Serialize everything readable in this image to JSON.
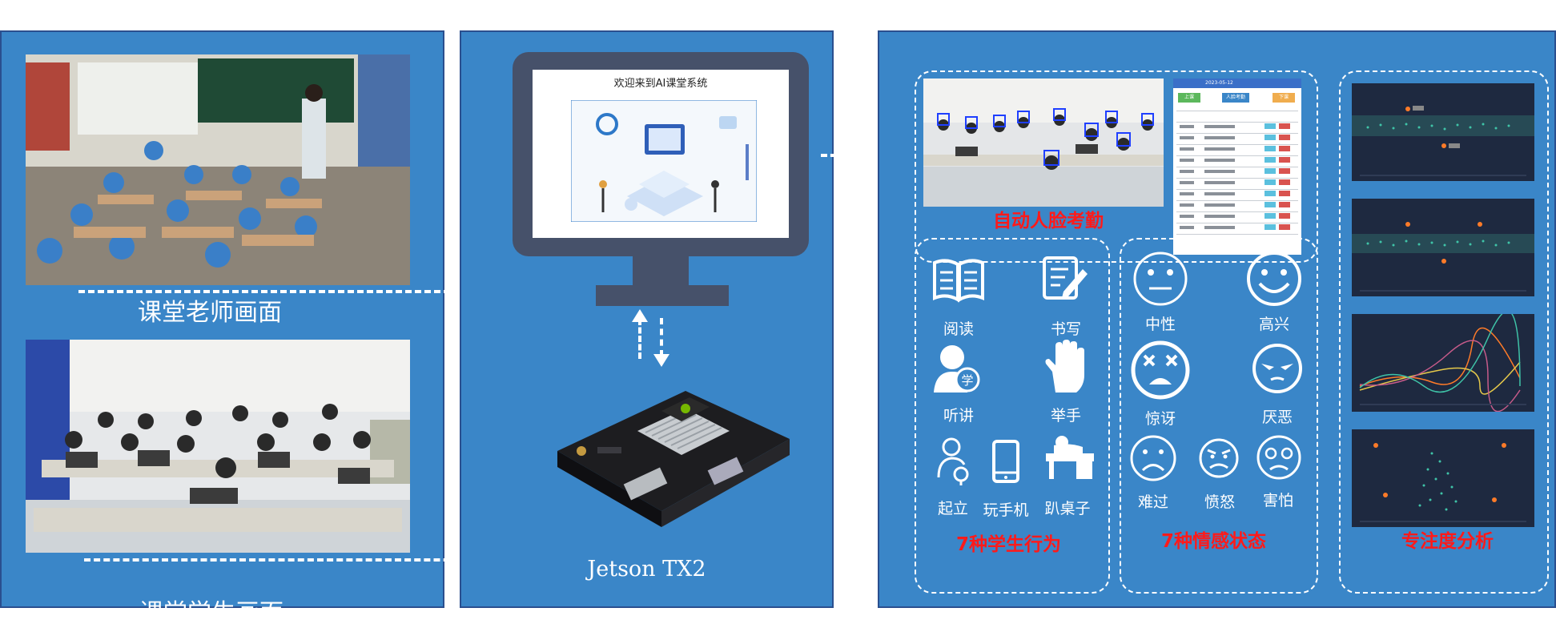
{
  "left_panel": {
    "teacher_caption": "课堂老师画面",
    "student_caption": "课堂学生画面"
  },
  "center_panel": {
    "monitor_title": "欢迎来到AI课堂系统",
    "device_label": "Jetson TX2"
  },
  "right_panel": {
    "attendance_title": "自动人脸考勤",
    "attendance_table": {
      "date": "2023-05-12",
      "buttons": [
        "上课",
        "人脸考勤",
        "下课"
      ]
    },
    "behavior_title": "7种学生行为",
    "behaviors": [
      {
        "label": "阅读",
        "icon": "book-icon"
      },
      {
        "label": "书写",
        "icon": "writing-icon"
      },
      {
        "label": "听讲",
        "icon": "listening-student-icon"
      },
      {
        "label": "举手",
        "icon": "raised-hand-icon"
      },
      {
        "label": "起立",
        "icon": "standing-person-icon"
      },
      {
        "label": "玩手机",
        "icon": "phone-icon"
      },
      {
        "label": "趴桌子",
        "icon": "desk-icon"
      }
    ],
    "emotion_title": "7种情感状态",
    "emotions": [
      {
        "label": "中性",
        "icon": "neutral-face-icon"
      },
      {
        "label": "高兴",
        "icon": "happy-face-icon"
      },
      {
        "label": "惊讶",
        "icon": "surprised-face-icon"
      },
      {
        "label": "厌恶",
        "icon": "disgusted-face-icon"
      },
      {
        "label": "难过",
        "icon": "sad-face-icon"
      },
      {
        "label": "愤怒",
        "icon": "angry-face-icon"
      },
      {
        "label": "害怕",
        "icon": "fearful-face-icon"
      }
    ],
    "attention_title": "专注度分析"
  },
  "colors": {
    "panel_blue": "#3a86c8",
    "panel_border": "#2a4f8f",
    "highlight_red": "#ff1a1a",
    "dashboard_bg": "#1e2940"
  }
}
